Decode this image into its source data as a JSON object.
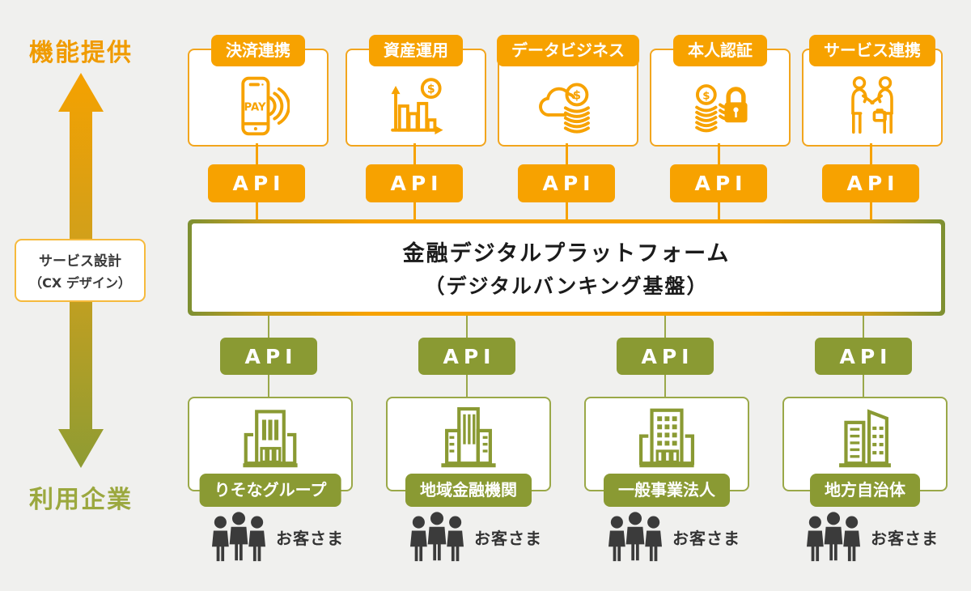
{
  "palette": {
    "orange": "#F7A200",
    "orange_text": "#F09B00",
    "olive": "#8A9A33",
    "olive_text": "#9BA83E",
    "platform_border_green": "#7D9032",
    "cx_border": "#F6BA3C",
    "dark_text": "#333333",
    "title_text": "#1B1B1B",
    "people_dark": "#3B3B3B",
    "background": "#F0F0EE"
  },
  "left_panel": {
    "top_label": "機能提供",
    "service_design_line1": "サービス設計",
    "service_design_line2": "（CX デザイン）",
    "bottom_label": "利用企業",
    "arrow_icon": "bidirectional-vertical-arrow"
  },
  "icon_texts": {
    "pay": "PAY",
    "dollar": "$"
  },
  "top_functions": [
    {
      "label": "決済連携",
      "icon": "smartphone-pay-icon",
      "api_label": "API"
    },
    {
      "label": "資産運用",
      "icon": "bar-chart-dollar-icon",
      "api_label": "API"
    },
    {
      "label": "データビジネス",
      "icon": "cloud-coins-icon",
      "api_label": "API"
    },
    {
      "label": "本人認証",
      "icon": "coins-padlock-icon",
      "api_label": "API"
    },
    {
      "label": "サービス連携",
      "icon": "handshake-icon",
      "api_label": "API"
    }
  ],
  "platform": {
    "title_line1": "金融デジタルプラットフォーム",
    "title_line2": "（デジタルバンキング基盤）"
  },
  "bottom_apis": [
    "API",
    "API",
    "API",
    "API"
  ],
  "bottom_entities": [
    {
      "label": "りそなグループ",
      "icon": "bank-building-icon",
      "customers_label": "お客さま"
    },
    {
      "label": "地域金融機関",
      "icon": "regional-bank-building-icon",
      "customers_label": "お客さま"
    },
    {
      "label": "一般事業法人",
      "icon": "office-building-icon",
      "customers_label": "お客さま"
    },
    {
      "label": "地方自治体",
      "icon": "government-building-icon",
      "customers_label": "お客さま"
    }
  ]
}
